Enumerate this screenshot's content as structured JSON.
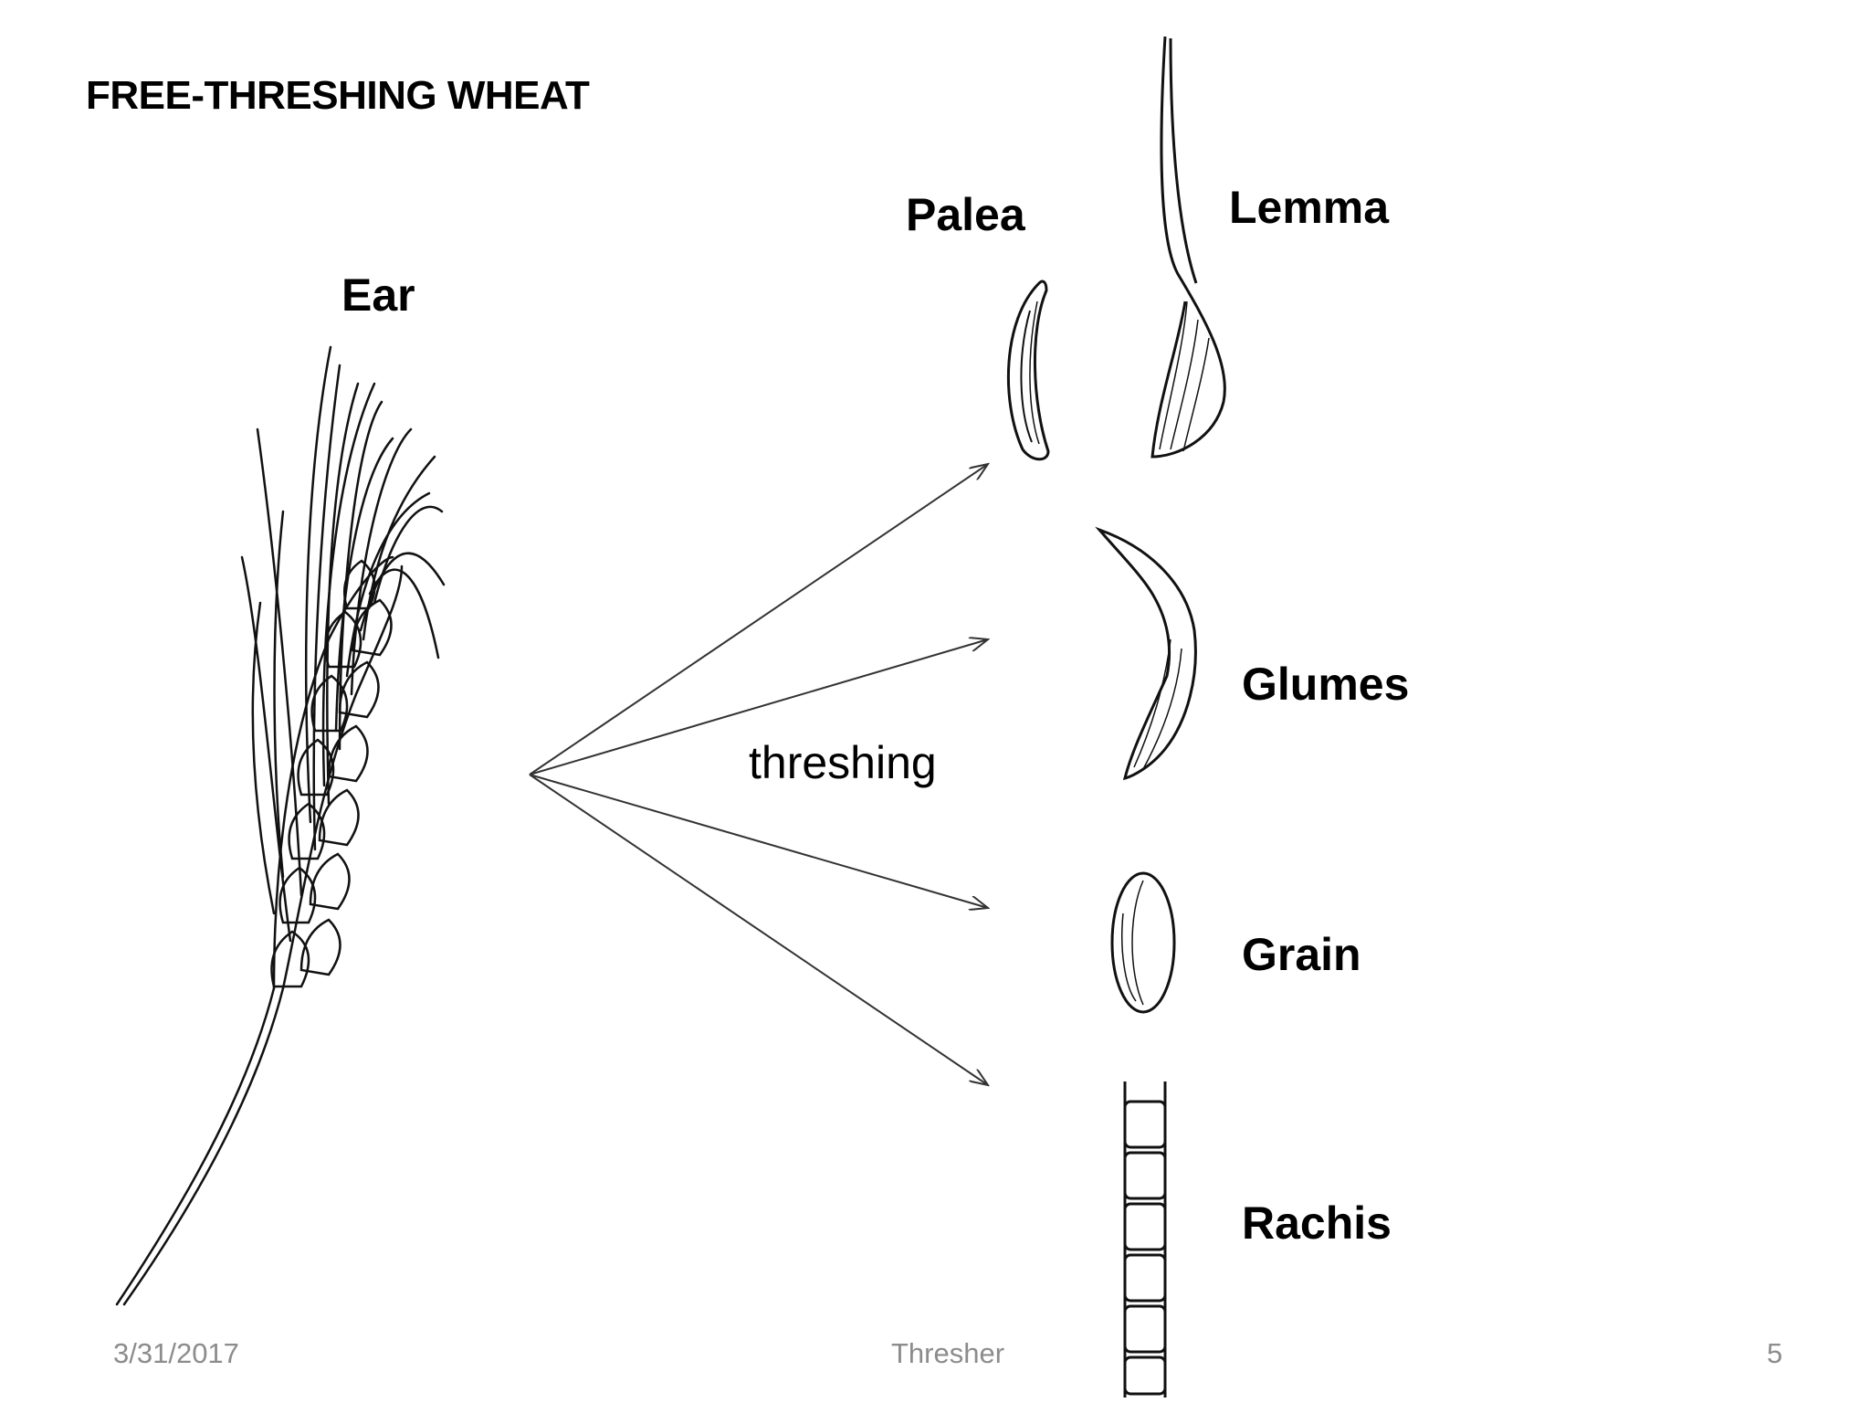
{
  "slide": {
    "title": "FREE-THRESHING WHEAT",
    "process_label": "threshing"
  },
  "labels": {
    "ear": "Ear",
    "palea": "Palea",
    "lemma": "Lemma",
    "glumes": "Glumes",
    "grain": "Grain",
    "rachis": "Rachis"
  },
  "footer": {
    "date": "3/31/2017",
    "center": "Thresher",
    "page": "5"
  }
}
